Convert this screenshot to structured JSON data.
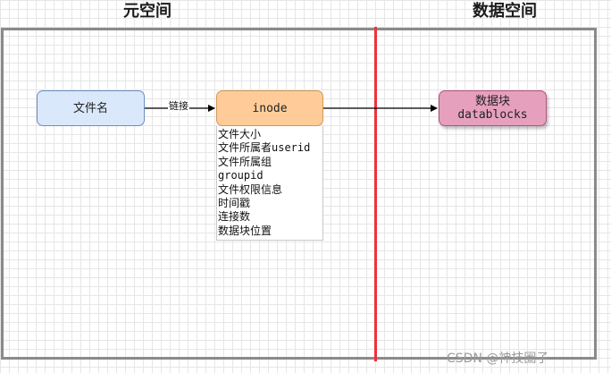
{
  "headers": {
    "meta_space": "元空间",
    "data_space": "数据空间"
  },
  "nodes": {
    "filename": "文件名",
    "inode": "inode",
    "datablock": {
      "line1": "数据块",
      "line2": "datablocks"
    }
  },
  "edge_label": "链接",
  "inode_attributes": [
    "文件大小",
    "文件所属者userid",
    "文件所属组",
    "groupid",
    "文件权限信息",
    "时间戳",
    "连接数",
    "数据块位置"
  ],
  "watermark": "CSDN @神技圈子",
  "colors": {
    "divider": "#f0303a",
    "filename_fill": "#dae8fc",
    "inode_fill": "#ffcc99",
    "datablock_fill": "#e6a0bd"
  }
}
